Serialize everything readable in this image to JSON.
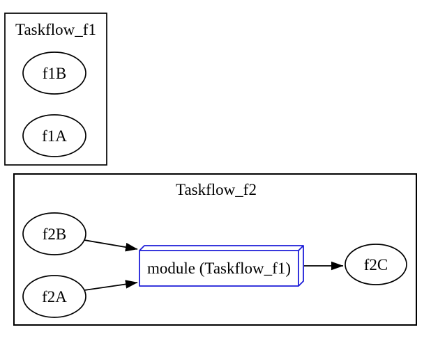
{
  "diagram": {
    "type": "graphviz-taskflow-graph",
    "colors": {
      "background": "#ffffff",
      "line": "#000000",
      "text": "#000000",
      "module_border": "#1d1dd8"
    },
    "clusters": {
      "f1": {
        "label": "Taskflow_f1"
      },
      "f2": {
        "label": "Taskflow_f2"
      }
    },
    "nodes": {
      "f1B": {
        "label": "f1B",
        "shape": "ellipse",
        "cluster": "Taskflow_f1"
      },
      "f1A": {
        "label": "f1A",
        "shape": "ellipse",
        "cluster": "Taskflow_f1"
      },
      "f2B": {
        "label": "f2B",
        "shape": "ellipse",
        "cluster": "Taskflow_f2"
      },
      "f2A": {
        "label": "f2A",
        "shape": "ellipse",
        "cluster": "Taskflow_f2"
      },
      "module": {
        "label": "module (Taskflow_f1)",
        "shape": "box3d",
        "cluster": "Taskflow_f2"
      },
      "f2C": {
        "label": "f2C",
        "shape": "ellipse",
        "cluster": "Taskflow_f2"
      }
    },
    "edges": [
      {
        "from": "f2B",
        "to": "module"
      },
      {
        "from": "f2A",
        "to": "module"
      },
      {
        "from": "module",
        "to": "f2C"
      }
    ]
  }
}
